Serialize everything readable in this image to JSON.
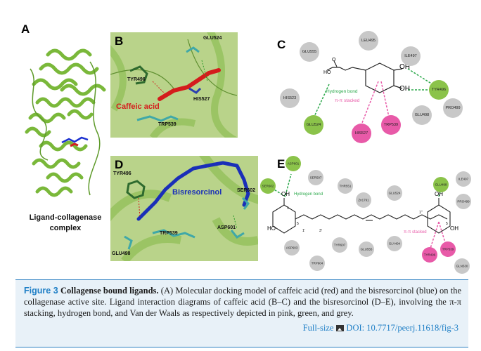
{
  "panels": {
    "a": {
      "letter": "A",
      "label_line1": "Ligand-collagenase",
      "label_line2": "complex"
    },
    "b": {
      "letter": "B",
      "ligand_label": "Caffeic acid",
      "residues": [
        "GLU524",
        "TYR496",
        "HIS527",
        "TRP539"
      ]
    },
    "c": {
      "letter": "C",
      "residues": [
        "LEU495",
        "GLU555",
        "ILE497",
        "HIS523",
        "TYR496",
        "PRO499",
        "GLU498",
        "GLU524",
        "HIS527",
        "TRP539"
      ],
      "hbond_label": "Hydrogen bond",
      "pi_label": "π-π stacked",
      "atoms": [
        "OH",
        "OH",
        "HO",
        "O"
      ]
    },
    "d": {
      "letter": "D",
      "ligand_label": "Bisresorcinol",
      "residues": [
        "TYR496",
        "SER602",
        "TRP539",
        "ASP601",
        "GLU498"
      ]
    },
    "e": {
      "letter": "E",
      "residues": [
        "ASP601",
        "SER597",
        "SER602",
        "THR551",
        "GLU524",
        "GLU498",
        "ILE497",
        "Zn1791",
        "PRO499",
        "ASP603",
        "TYR607",
        "GLU555",
        "GLY494",
        "TRP604",
        "TYR496",
        "TRP539",
        "GLN530"
      ],
      "hbond_label": "Hydrogen bond",
      "pi_label": "π-π stacked",
      "atoms": [
        "OH",
        "HO",
        "OH",
        "OH"
      ],
      "numbers": [
        "1",
        "5",
        "1'",
        "3'",
        "1''",
        "5"
      ]
    }
  },
  "caption": {
    "fig_num": "Figure 3",
    "fig_title": "Collagense bound ligands.",
    "text": "(A) Molecular docking model of caffeic acid (red) and the bisresorcinol (blue) on the collagenase active site. Ligand interaction diagrams of caffeic acid (B–C) and the bisresorcinol (D–E), involving the π-π stacking, hydrogen bond, and Van der Waals as respectively depicted in pink, green, and grey.",
    "fullsize_label": "Full-size",
    "doi_label": "DOI: 10.7717/peerj.11618/fig-3"
  },
  "colors": {
    "green": "#8bc34a",
    "pink": "#e85aa8",
    "grey": "#c8c8c8",
    "caption_accent": "#1f7fc6",
    "caption_bg": "#e8f1f8",
    "protein": "#b9d38a"
  }
}
